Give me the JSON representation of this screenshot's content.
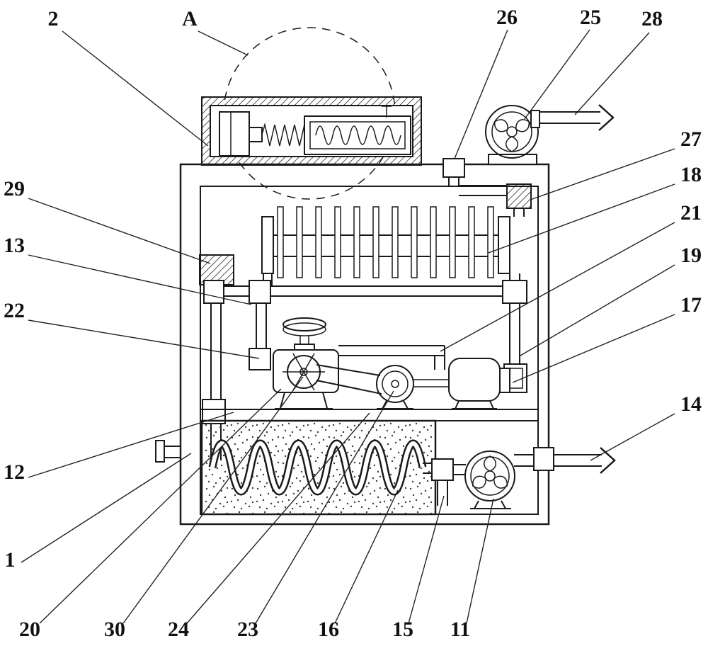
{
  "figure": {
    "background": "#ffffff",
    "line_color": "#1a1a1a"
  },
  "callouts": {
    "n1": "1",
    "n2": "2",
    "n11": "11",
    "n12": "12",
    "n13": "13",
    "n14": "14",
    "n15": "15",
    "n16": "16",
    "n17": "17",
    "n18": "18",
    "n19": "19",
    "n20": "20",
    "n21": "21",
    "n22": "22",
    "n23": "23",
    "n24": "24",
    "n25": "25",
    "n26": "26",
    "n27": "27",
    "n28": "28",
    "n29": "29",
    "n30": "30",
    "nA": "A"
  }
}
